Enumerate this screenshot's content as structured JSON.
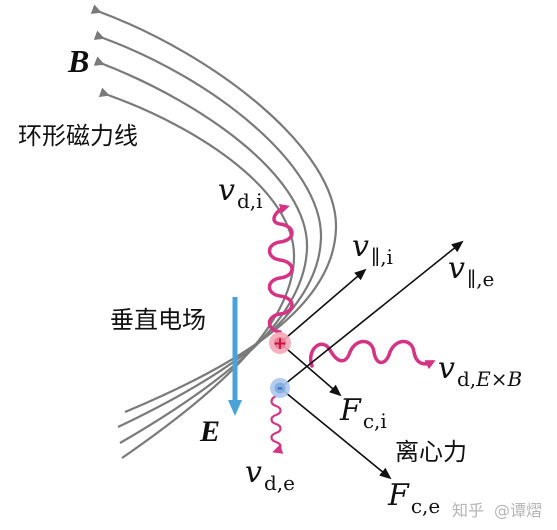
{
  "labels": {
    "magnetic_field_symbol": "B",
    "toroidal_field_lines": "环形磁力线",
    "vertical_electric_field": "垂直电场",
    "electric_field_symbol": "E",
    "centrifugal_force": "离心力"
  },
  "symbols": {
    "v_d_i": {
      "main": "v",
      "sub": "d,i"
    },
    "v_par_i": {
      "main": "v",
      "sub": "∥,i"
    },
    "v_par_e": {
      "main": "v",
      "sub": "∥,e"
    },
    "v_d_ExB": {
      "main": "v",
      "sub": "d,",
      "sub_italic": "E×B"
    },
    "F_c_i": {
      "main": "F",
      "sub": "c,i"
    },
    "F_c_e": {
      "main": "F",
      "sub": "c,e"
    },
    "v_d_e": {
      "main": "v",
      "sub": "d,e"
    }
  },
  "particles": {
    "ion_sign": "+",
    "electron_sign": "-"
  },
  "watermark": {
    "site": "知乎",
    "author": "@谭熠"
  },
  "colors": {
    "field_line": "#7a7a7a",
    "helix": "#d63384",
    "e_field_arrow": "#4aa3d8",
    "ion": "#f4a7b9",
    "electron": "#aac8ee",
    "vector": "#111111"
  }
}
